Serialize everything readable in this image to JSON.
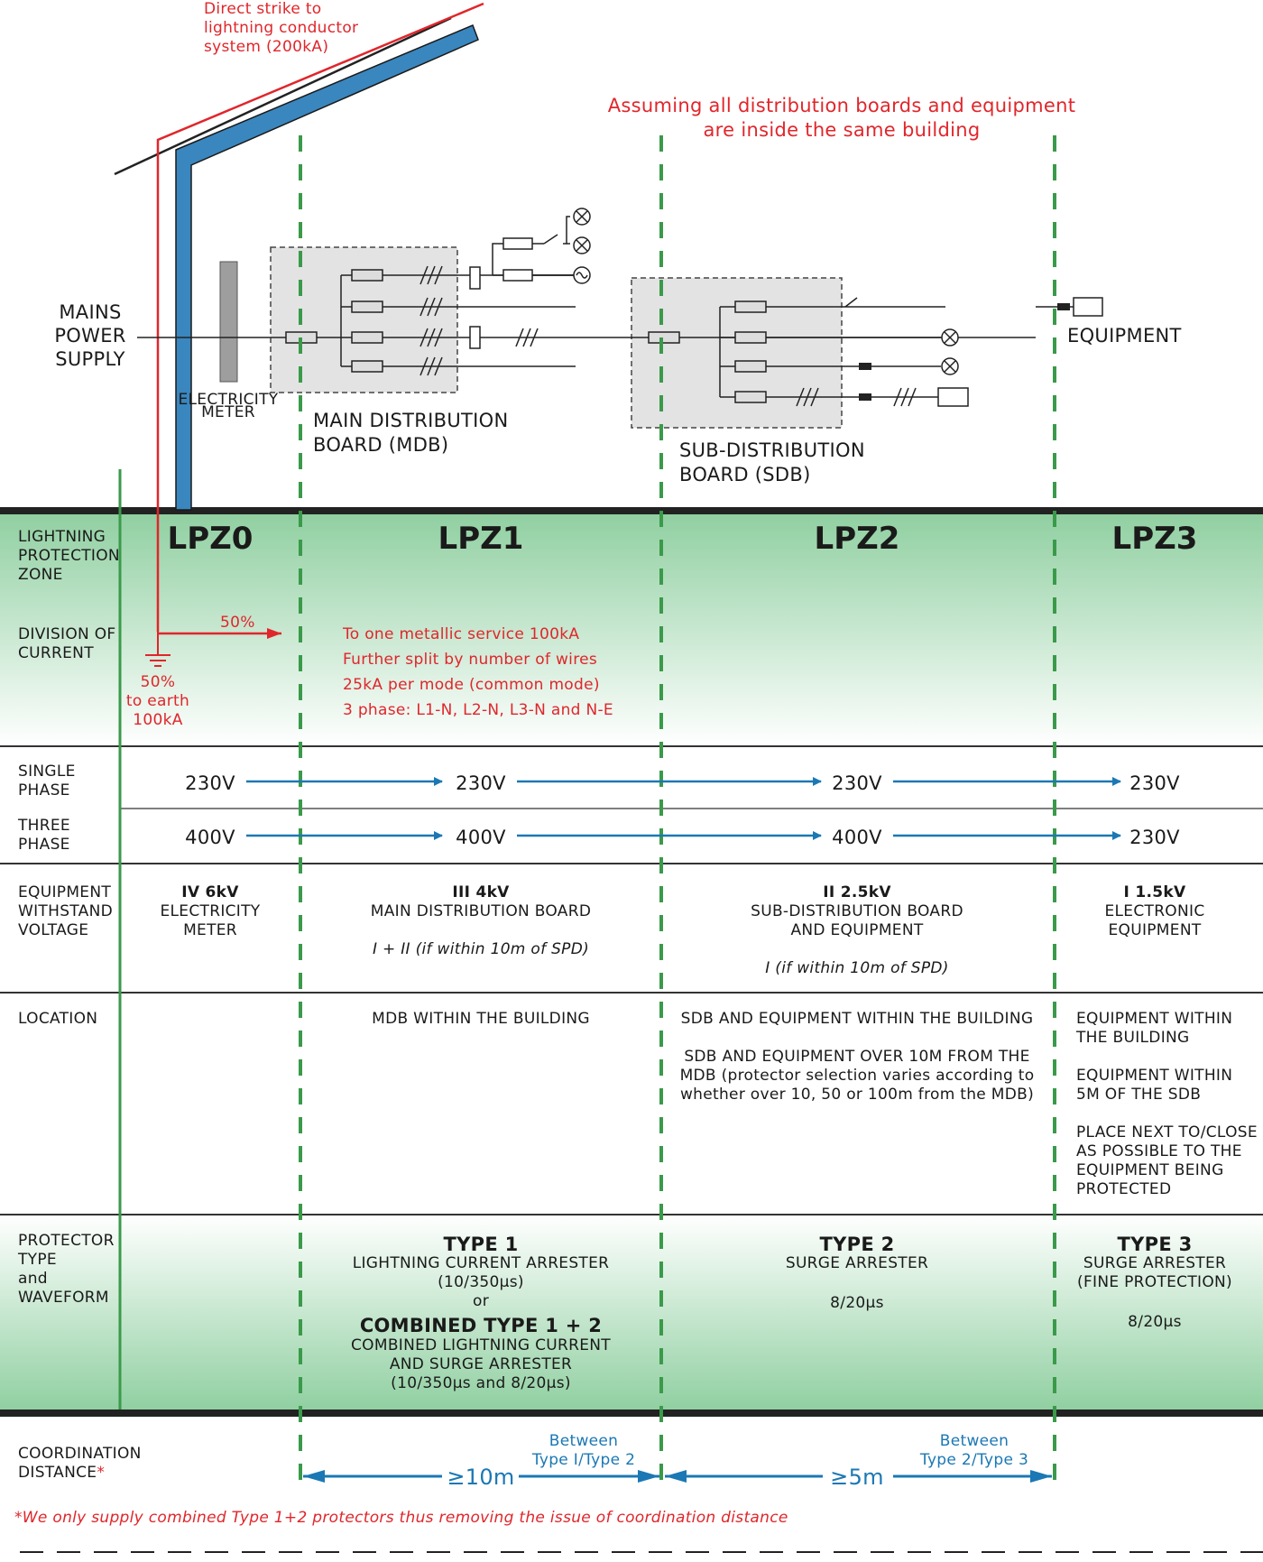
{
  "colors": {
    "accent_red": "#e0262b",
    "arrow_blue": "#1b78b4",
    "roof_blue": "#3a86be",
    "zone_green": "#3a9a4a",
    "band_green": "#8fcfa0",
    "board_grey": "#e3e3e3"
  },
  "top": {
    "strike_note": [
      "Direct strike to",
      "lightning conductor",
      "system (200kA)"
    ],
    "assumption": [
      "Assuming all distribution boards and equipment",
      "are inside the same building"
    ],
    "mains": [
      "MAINS",
      "POWER",
      "SUPPLY"
    ],
    "meter": [
      "ELECTRICITY",
      "METER"
    ],
    "mdb": [
      "MAIN DISTRIBUTION",
      "BOARD (MDB)"
    ],
    "sdb": [
      "SUB-DISTRIBUTION",
      "BOARD (SDB)"
    ],
    "equipment": "EQUIPMENT"
  },
  "rows": {
    "zone": {
      "label": [
        "LIGHTNING",
        "PROTECTION",
        "ZONE"
      ],
      "zones": [
        "LPZ0",
        "LPZ1",
        "LPZ2",
        "LPZ3"
      ]
    },
    "division": {
      "label": [
        "DIVISION OF",
        "CURRENT"
      ],
      "arrow_pct": "50%",
      "earth": [
        "50%",
        "to earth",
        "100kA"
      ],
      "notes": [
        "To one metallic service 100kA",
        "Further split by number of wires",
        "25kA per mode (common mode)",
        "3 phase: L1-N, L2-N, L3-N and N-E"
      ]
    },
    "single_phase": {
      "label": [
        "SINGLE",
        "PHASE"
      ],
      "values": [
        "230V",
        "230V",
        "230V",
        "230V"
      ]
    },
    "three_phase": {
      "label": [
        "THREE",
        "PHASE"
      ],
      "values": [
        "400V",
        "400V",
        "400V",
        "230V"
      ]
    },
    "withstand": {
      "label": [
        "EQUIPMENT",
        "WITHSTAND",
        "VOLTAGE"
      ],
      "lpz0": [
        "IV 6kV",
        "ELECTRICITY",
        "METER"
      ],
      "lpz1": [
        "III 4kV",
        "MAIN DISTRIBUTION BOARD",
        "I + II (if within 10m of SPD)"
      ],
      "lpz2": [
        "II 2.5kV",
        "SUB-DISTRIBUTION BOARD",
        "AND EQUIPMENT",
        "I (if within 10m of SPD)"
      ],
      "lpz3": [
        "I 1.5kV",
        "ELECTRONIC",
        "EQUIPMENT"
      ]
    },
    "location": {
      "label": "LOCATION",
      "lpz1": "MDB WITHIN THE BUILDING",
      "lpz2": [
        "SDB AND EQUIPMENT WITHIN THE BUILDING",
        "SDB AND EQUIPMENT OVER 10M FROM THE",
        "MDB (protector selection varies according to",
        "whether over 10, 50 or 100m from the MDB)"
      ],
      "lpz3": [
        "EQUIPMENT WITHIN",
        "THE BUILDING",
        "EQUIPMENT WITHIN",
        "5M OF THE SDB",
        "PLACE NEXT TO/CLOSE",
        "AS POSSIBLE TO THE",
        "EQUIPMENT BEING",
        "PROTECTED"
      ]
    },
    "protector": {
      "label": [
        "PROTECTOR",
        "TYPE",
        "and",
        "WAVEFORM"
      ],
      "lpz1": [
        "TYPE 1",
        "LIGHTNING CURRENT ARRESTER",
        "(10/350µs)",
        "or",
        "COMBINED TYPE 1 + 2",
        "COMBINED LIGHTNING CURRENT",
        "AND SURGE ARRESTER",
        "(10/350µs and 8/20µs)"
      ],
      "lpz2": [
        "TYPE 2",
        "SURGE ARRESTER",
        "8/20µs"
      ],
      "lpz3": [
        "TYPE 3",
        "SURGE ARRESTER",
        "(FINE PROTECTION)",
        "8/20µs"
      ]
    },
    "coordination": {
      "label": [
        "COORDINATION",
        "DISTANCE"
      ],
      "asterisk": "*",
      "d1": "≥10m",
      "d1_note": [
        "Between",
        "Type I/Type 2"
      ],
      "d2": "≥5m",
      "d2_note": [
        "Between",
        "Type 2/Type 3"
      ]
    }
  },
  "footnote": "*We only supply combined Type 1+2 protectors thus removing the issue of coordination distance"
}
